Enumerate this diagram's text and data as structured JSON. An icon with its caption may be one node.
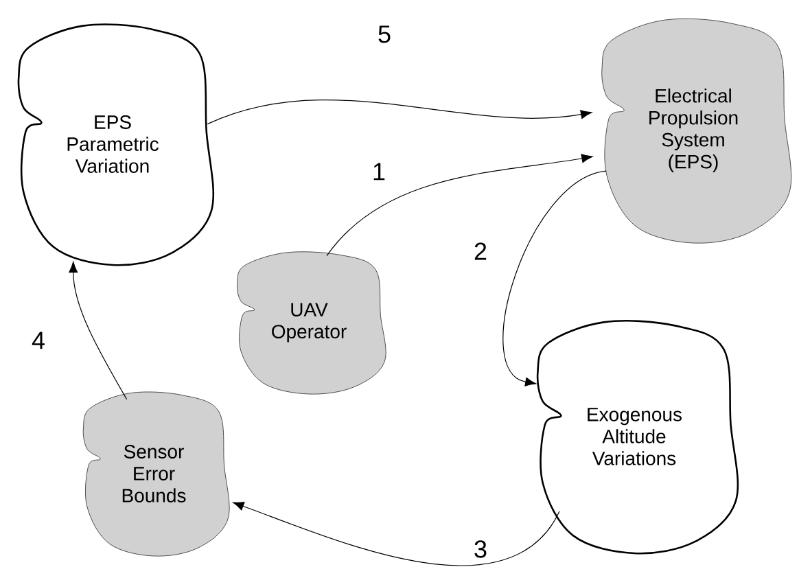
{
  "diagram": {
    "nodes": [
      {
        "text": [
          "EPS Parametric Variation"
        ]
      },
      {
        "text": [
          "Electrical Propulsion System (EPS)"
        ]
      },
      {
        "text": [
          "UAV Operator"
        ]
      },
      {
        "text": [
          "Exogenous Altitude Variations"
        ]
      },
      {
        "text": [
          "Sensor Error Bounds"
        ]
      }
    ],
    "edges": [
      {
        "from": 0,
        "to": 1,
        "arrow": "to",
        "label": "5"
      },
      {
        "from": 2,
        "to": 1,
        "arrow": "to",
        "label": "1"
      },
      {
        "from": 1,
        "to": 3,
        "arrow": "to",
        "label": "2"
      },
      {
        "from": 3,
        "to": 4,
        "arrow": "to",
        "label": "3"
      },
      {
        "from": 4,
        "to": 0,
        "arrow": "to",
        "label": "4"
      }
    ]
  }
}
